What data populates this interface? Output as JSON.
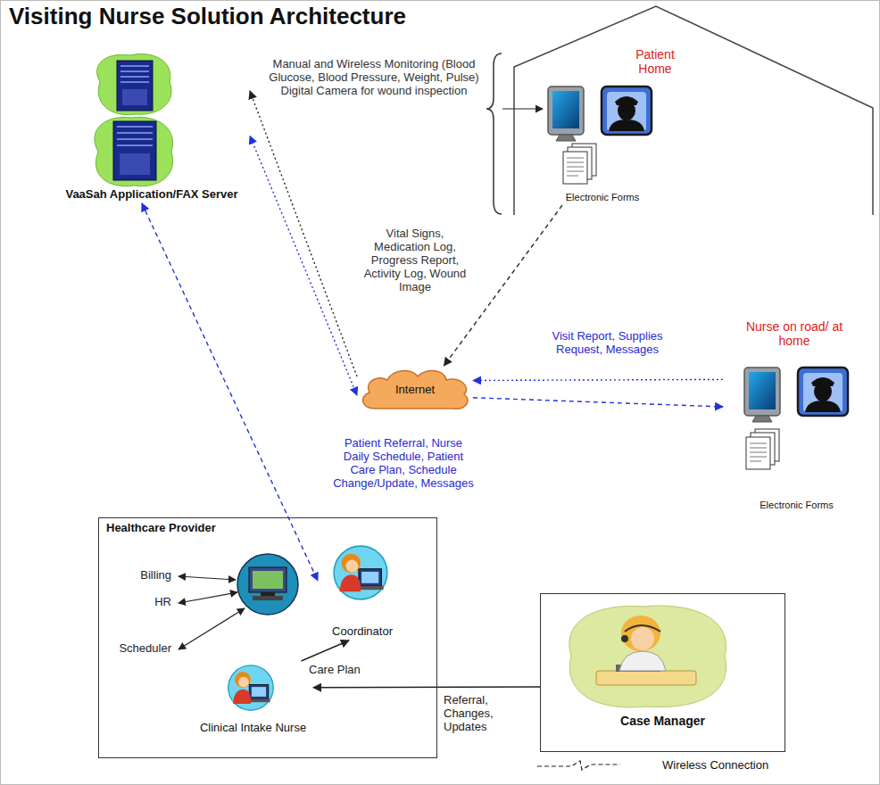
{
  "diagram": {
    "title": "Visiting Nurse Solution Architecture",
    "nodes": [
      {
        "text": [
          "Patient Home"
        ]
      },
      {
        "text": [
          "Electronic Forms"
        ],
        "in": 0
      },
      {
        "text": [
          "Internet"
        ]
      },
      {
        "text": [
          "VaaSah Application/FAX Server"
        ]
      },
      {
        "text": [
          "Electronic Forms"
        ]
      },
      {
        "text": [
          "Healthcare Provider"
        ]
      },
      {
        "text": [
          "Coordinator"
        ],
        "in": 5
      },
      {
        "text": [
          "Clinical Intake Nurse"
        ],
        "in": 5
      },
      {
        "text": [
          "Case Manager"
        ]
      }
    ],
    "edges": [
      {
        "from": 1,
        "to": 2,
        "arrow": "to",
        "label": "Vital Signs, Medication Log, Progress Report, Activity Log, Wound Image"
      },
      {
        "from": 2,
        "to": 3,
        "arrow": "to"
      },
      {
        "from": 2,
        "to": 3,
        "arrow": "both"
      },
      {
        "from": 4,
        "to": 2,
        "arrow": "to",
        "label": "Visit Report, Supplies Request, Messages"
      },
      {
        "from": 2,
        "to": 4,
        "arrow": "to"
      },
      {
        "from": 3,
        "to": 6,
        "arrow": "both",
        "label": "Patient Referral, Nurse Daily Schedule, Patient Care Plan, Schedule Change/Update, Messages"
      },
      {
        "from": 7,
        "to": 6,
        "arrow": "to",
        "label": "Care Plan"
      },
      {
        "from": 8,
        "to": 7,
        "arrow": "to",
        "label": "Referral, Changes, Updates"
      }
    ],
    "labels": [
      "Manual and Wireless Monitoring (Blood Glucose, Blood Pressure, Weight, Pulse) Digital Camera for wound inspection",
      "Nurse on road/ at home",
      "Billing",
      "HR",
      "Scheduler"
    ],
    "legend": [
      {
        "text": "Wireless Connection"
      }
    ]
  }
}
